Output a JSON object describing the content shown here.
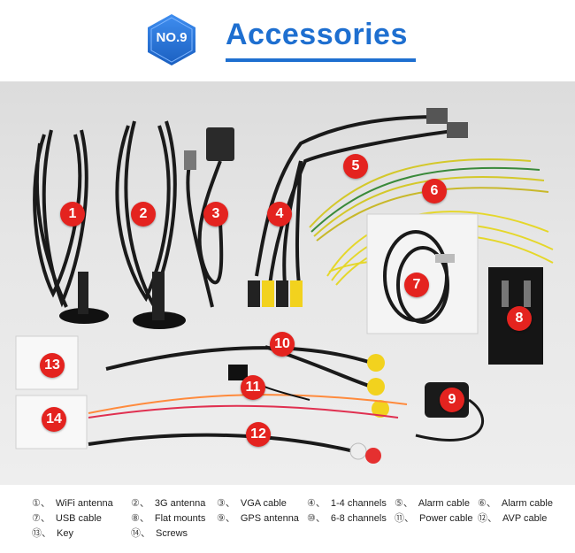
{
  "header": {
    "badge": "NO.9",
    "title": "Accessories"
  },
  "colors": {
    "accent": "#1e6fd0",
    "marker": "#e4231f",
    "badge_dark": "#1a5fc0",
    "badge_light": "#3f8ef0"
  },
  "markers": [
    "1",
    "2",
    "3",
    "4",
    "5",
    "6",
    "7",
    "8",
    "9",
    "10",
    "11",
    "12",
    "13",
    "14"
  ],
  "legend": [
    {
      "num": "①、",
      "label": "WiFi antenna"
    },
    {
      "num": "②、",
      "label": "3G antenna"
    },
    {
      "num": "③、",
      "label": "VGA cable"
    },
    {
      "num": "④、",
      "label": "1-4 channels"
    },
    {
      "num": "⑤、",
      "label": "Alarm cable"
    },
    {
      "num": "⑥、",
      "label": "Alarm cable"
    },
    {
      "num": "⑦、",
      "label": "USB cable"
    },
    {
      "num": "⑧、",
      "label": "Flat mounts"
    },
    {
      "num": "⑨、",
      "label": "GPS  antenna"
    },
    {
      "num": "⑩、",
      "label": "6-8 channels"
    },
    {
      "num": "⑪、",
      "label": "Power cable"
    },
    {
      "num": "⑫、",
      "label": "AVP cable"
    },
    {
      "num": "⑬、",
      "label": "Key"
    },
    {
      "num": "⑭、",
      "label": "Screws"
    }
  ]
}
